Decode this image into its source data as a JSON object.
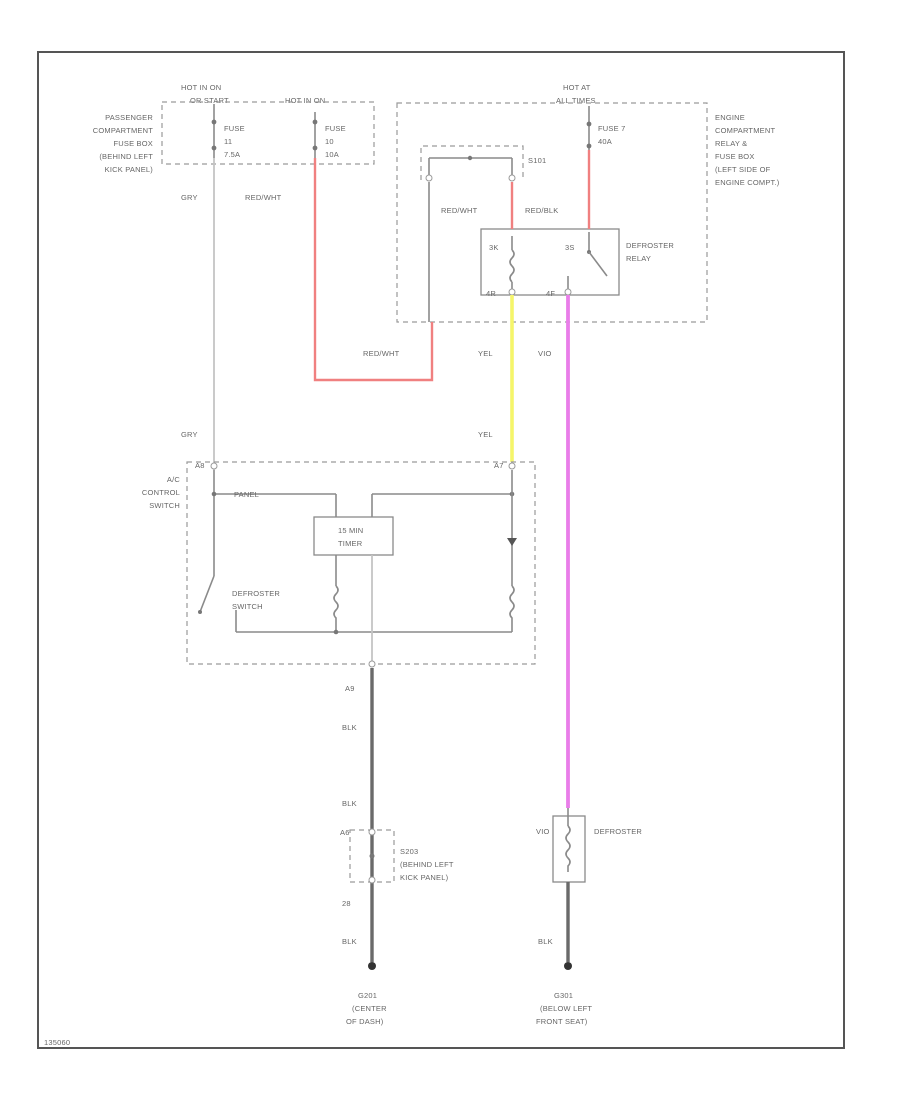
{
  "diagram": {
    "hot_in_on_left": "HOT IN ON",
    "hot_in_on_left_sub": "OR START",
    "hot_in_on_right": "HOT IN ON",
    "hot_at_all_times": "HOT AT",
    "hot_at_all_times_sub": "ALL TIMES",
    "passenger_fuse_box": [
      "PASSENGER",
      "COMPARTMENT",
      "FUSE BOX",
      "(BEHIND LEFT",
      "KICK PANEL)"
    ],
    "fuse_11": [
      "FUSE",
      "11",
      "7.5A"
    ],
    "fuse_10": [
      "FUSE",
      "10",
      "10A"
    ],
    "fuse_7": [
      "FUSE 7",
      "40A"
    ],
    "engine_relay_box": [
      "ENGINE",
      "COMPARTMENT",
      "RELAY &",
      "FUSE BOX",
      "(LEFT SIDE OF",
      "ENGINE COMPT.)"
    ],
    "splice_s101": "S101",
    "defroster_relay": [
      "DEFROSTER",
      "RELAY"
    ],
    "relay_pins": [
      "3K",
      "3S",
      "4R",
      "4F"
    ],
    "ac_control_switch": [
      "A/C",
      "CONTROL",
      "SWITCH"
    ],
    "timer": [
      "15 MIN",
      "TIMER"
    ],
    "panel": "PANEL",
    "defroster_switch": [
      "DEFROSTER",
      "SWITCH"
    ],
    "defroster": "DEFROSTER",
    "splice_s203": [
      "S203",
      "(BEHIND LEFT",
      "KICK PANEL)"
    ],
    "ground_g201": [
      "G201",
      "(CENTER",
      "OF DASH)"
    ],
    "ground_g301": [
      "G301",
      "(BELOW LEFT",
      "FRONT SEAT)"
    ],
    "pin_labels": [
      "A8",
      "A7",
      "A9",
      "A6",
      "28"
    ],
    "wire_colors": {
      "gry": "GRY",
      "red_wht": "RED/WHT",
      "red_blk": "RED/BLK",
      "yel": "YEL",
      "vio": "VIO",
      "blk": "BLK"
    },
    "figure_id": "135060"
  },
  "colors": {
    "red_wire": "#f08080",
    "yellow_wire": "#f5f56a",
    "violet_wire": "#e97de9",
    "black_wire": "#6a6a6a",
    "grey_wire": "#c4c4c4"
  }
}
